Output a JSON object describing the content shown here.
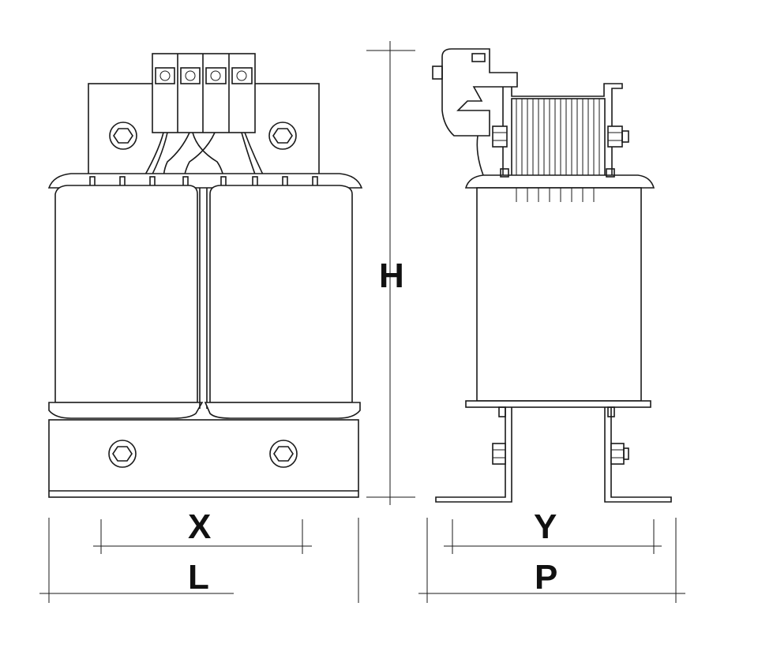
{
  "dimensions": {
    "height": "H",
    "length": "L",
    "x_spacing": "X",
    "depth": "P",
    "y_spacing": "Y"
  }
}
